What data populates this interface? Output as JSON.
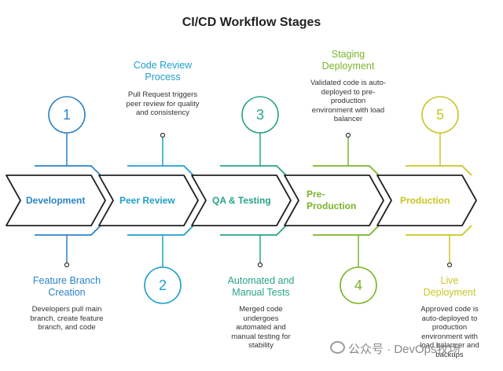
{
  "title": "CI/CD Workflow Stages",
  "colors": {
    "development": "#2b83c7",
    "peer_review": "#1e9fc9",
    "qa_testing": "#28a487",
    "pre_production": "#7ab52a",
    "production": "#c8c724",
    "outline": "#222222"
  },
  "stages": [
    {
      "number": "1",
      "label": "Development",
      "heading": "Feature Branch Creation",
      "description": "Developers pull main branch, create feature branch, and code"
    },
    {
      "number": "2",
      "label": "Peer Review",
      "heading": "Code Review Process",
      "description": "Pull Request triggers peer review for quality and consistency"
    },
    {
      "number": "3",
      "label": "QA & Testing",
      "heading": "Automated and Manual Tests",
      "description": "Merged code undergoes automated and manual testing for stability"
    },
    {
      "number": "4",
      "label": "Pre-Production",
      "heading": "Staging Deployment",
      "description": "Validated code is auto-deployed to pre-production environment with load balancer"
    },
    {
      "number": "5",
      "label": "Production",
      "heading": "Live Deployment",
      "description": "Approved code is auto-deployed to production environment with load balancer and backups"
    }
  ],
  "watermark": {
    "icon": "wechat-icon",
    "text": "公众号 · DevOps牧场"
  }
}
